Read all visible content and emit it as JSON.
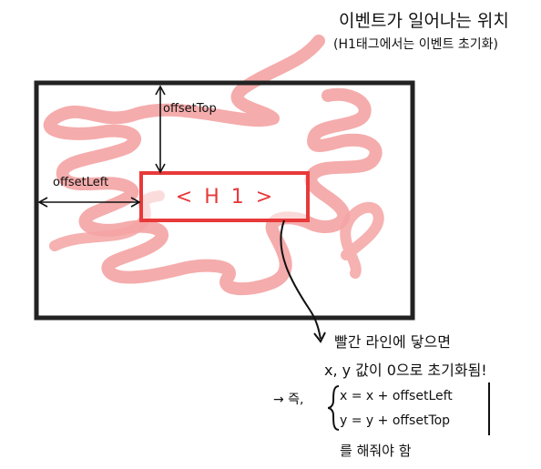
{
  "note_top": {
    "line1": "이벤트가 일어나는 위치",
    "line2": "(H1태그에서는 이벤트 초기화)"
  },
  "labels": {
    "offset_top": "offsetTop",
    "offset_left": "offsetLeft",
    "h1": "< H 1 >"
  },
  "note_bottom": {
    "line1": "빨간 라인에 닿으면",
    "line2": "x, y 값이 0으로 초기화됨!",
    "prefix": "→ 즉,",
    "formula_x": "x = x + offsetLeft",
    "formula_y": "y = y + offsetTop",
    "line_end": "를 해줘야 함"
  },
  "colors": {
    "outer_box": "#222222",
    "h1_box": "#e8393a",
    "scribble": "#f4a3a3"
  }
}
